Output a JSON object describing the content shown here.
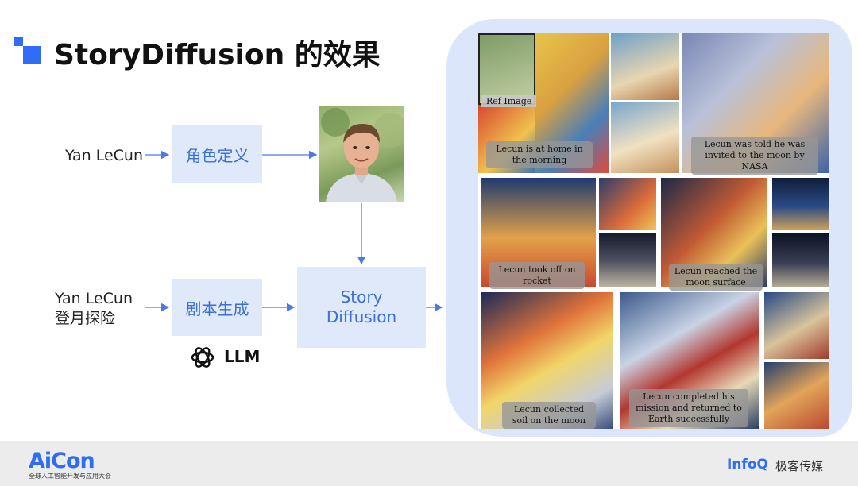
{
  "title": "StoryDiffusion 的效果",
  "diagram": {
    "input_top": "Yan LeCun",
    "input_bottom_line1": "Yan LeCun",
    "input_bottom_line2": "登月探险",
    "box_character": "角色定义",
    "box_script": "剧本生成",
    "box_model_line1": "Story",
    "box_model_line2": "Diffusion",
    "llm_label": "LLM"
  },
  "gallery": {
    "ref_label": "Ref Image",
    "captions": [
      "Lecun is at home in the morning",
      "Lecun was told he was invited to the moon by NASA",
      "Lecun took off on rocket",
      "Lecun reached the moon surface",
      "Lecun collected soil on the moon",
      "Lecun completed his mission and returned to Earth successfully"
    ]
  },
  "footer": {
    "brand": "AiCon",
    "brand_sub": "全球人工智能开发与应用大会",
    "partner": "InfoQ",
    "partner_cn": "极客传媒"
  },
  "colors": {
    "accent": "#2f6df6",
    "box_bg": "#dfe9f9",
    "box_text": "#3a6fd8",
    "panel_bg": "#dbe6fb"
  }
}
